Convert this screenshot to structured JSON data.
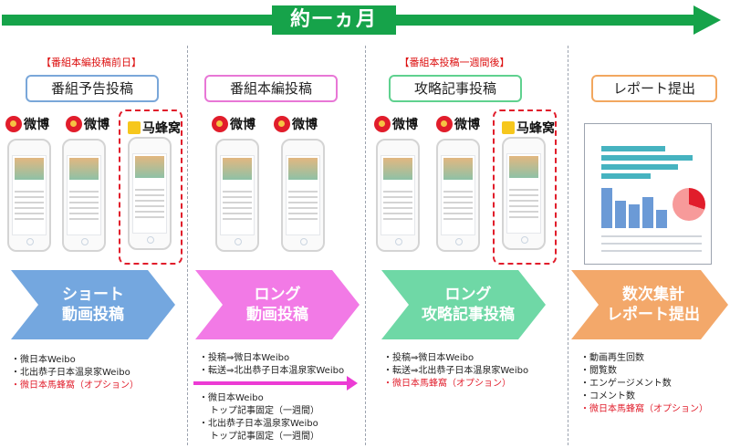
{
  "timeline": {
    "label": "約一ヵ月"
  },
  "phases": [
    {
      "note": "【番組本編投稿前日】",
      "title": "番組予告投稿",
      "brands": [
        "微博",
        "微博",
        "马蜂窝"
      ],
      "chevron": [
        "ショート",
        "動画投稿"
      ],
      "bullets": [
        "微日本Weibo",
        "北出恭子日本温泉家Weibo",
        "微日本馬蜂窩（オプション）"
      ]
    },
    {
      "note": "",
      "title": "番組本編投稿",
      "brands": [
        "微博",
        "微博"
      ],
      "chevron": [
        "ロング",
        "動画投稿"
      ],
      "bullets": [
        "投稿⇒微日本Weibo",
        "転送⇒北出恭子日本温泉家Weibo"
      ],
      "bullets2": [
        "微日本Weibo",
        "トップ記事固定（一週間）",
        "北出恭子日本温泉家Weibo",
        "トップ記事固定（一週間）"
      ]
    },
    {
      "note": "【番組本投稿一週間後】",
      "title": "攻略記事投稿",
      "brands": [
        "微博",
        "微博",
        "马蜂窝"
      ],
      "chevron": [
        "ロング",
        "攻略記事投稿"
      ],
      "bullets": [
        "投稿⇒微日本Weibo",
        "転送⇒北出恭子日本温泉家Weibo",
        "微日本馬蜂窩（オプション）"
      ]
    },
    {
      "note": "",
      "title": "レポート提出",
      "chevron": [
        "数次集計",
        "レポート提出"
      ],
      "bullets": [
        "動画再生回数",
        "閲覧数",
        "エンゲージメント数",
        "コメント数",
        "微日本馬蜂窩（オプション）"
      ]
    }
  ],
  "colors": {
    "timeline": "#16a34a",
    "chevron1": "#74a7df",
    "chevron2": "#f27ae6",
    "chevron3": "#6fd8a6",
    "chevron4": "#f3a86a",
    "accent_red": "#e11d2b"
  }
}
